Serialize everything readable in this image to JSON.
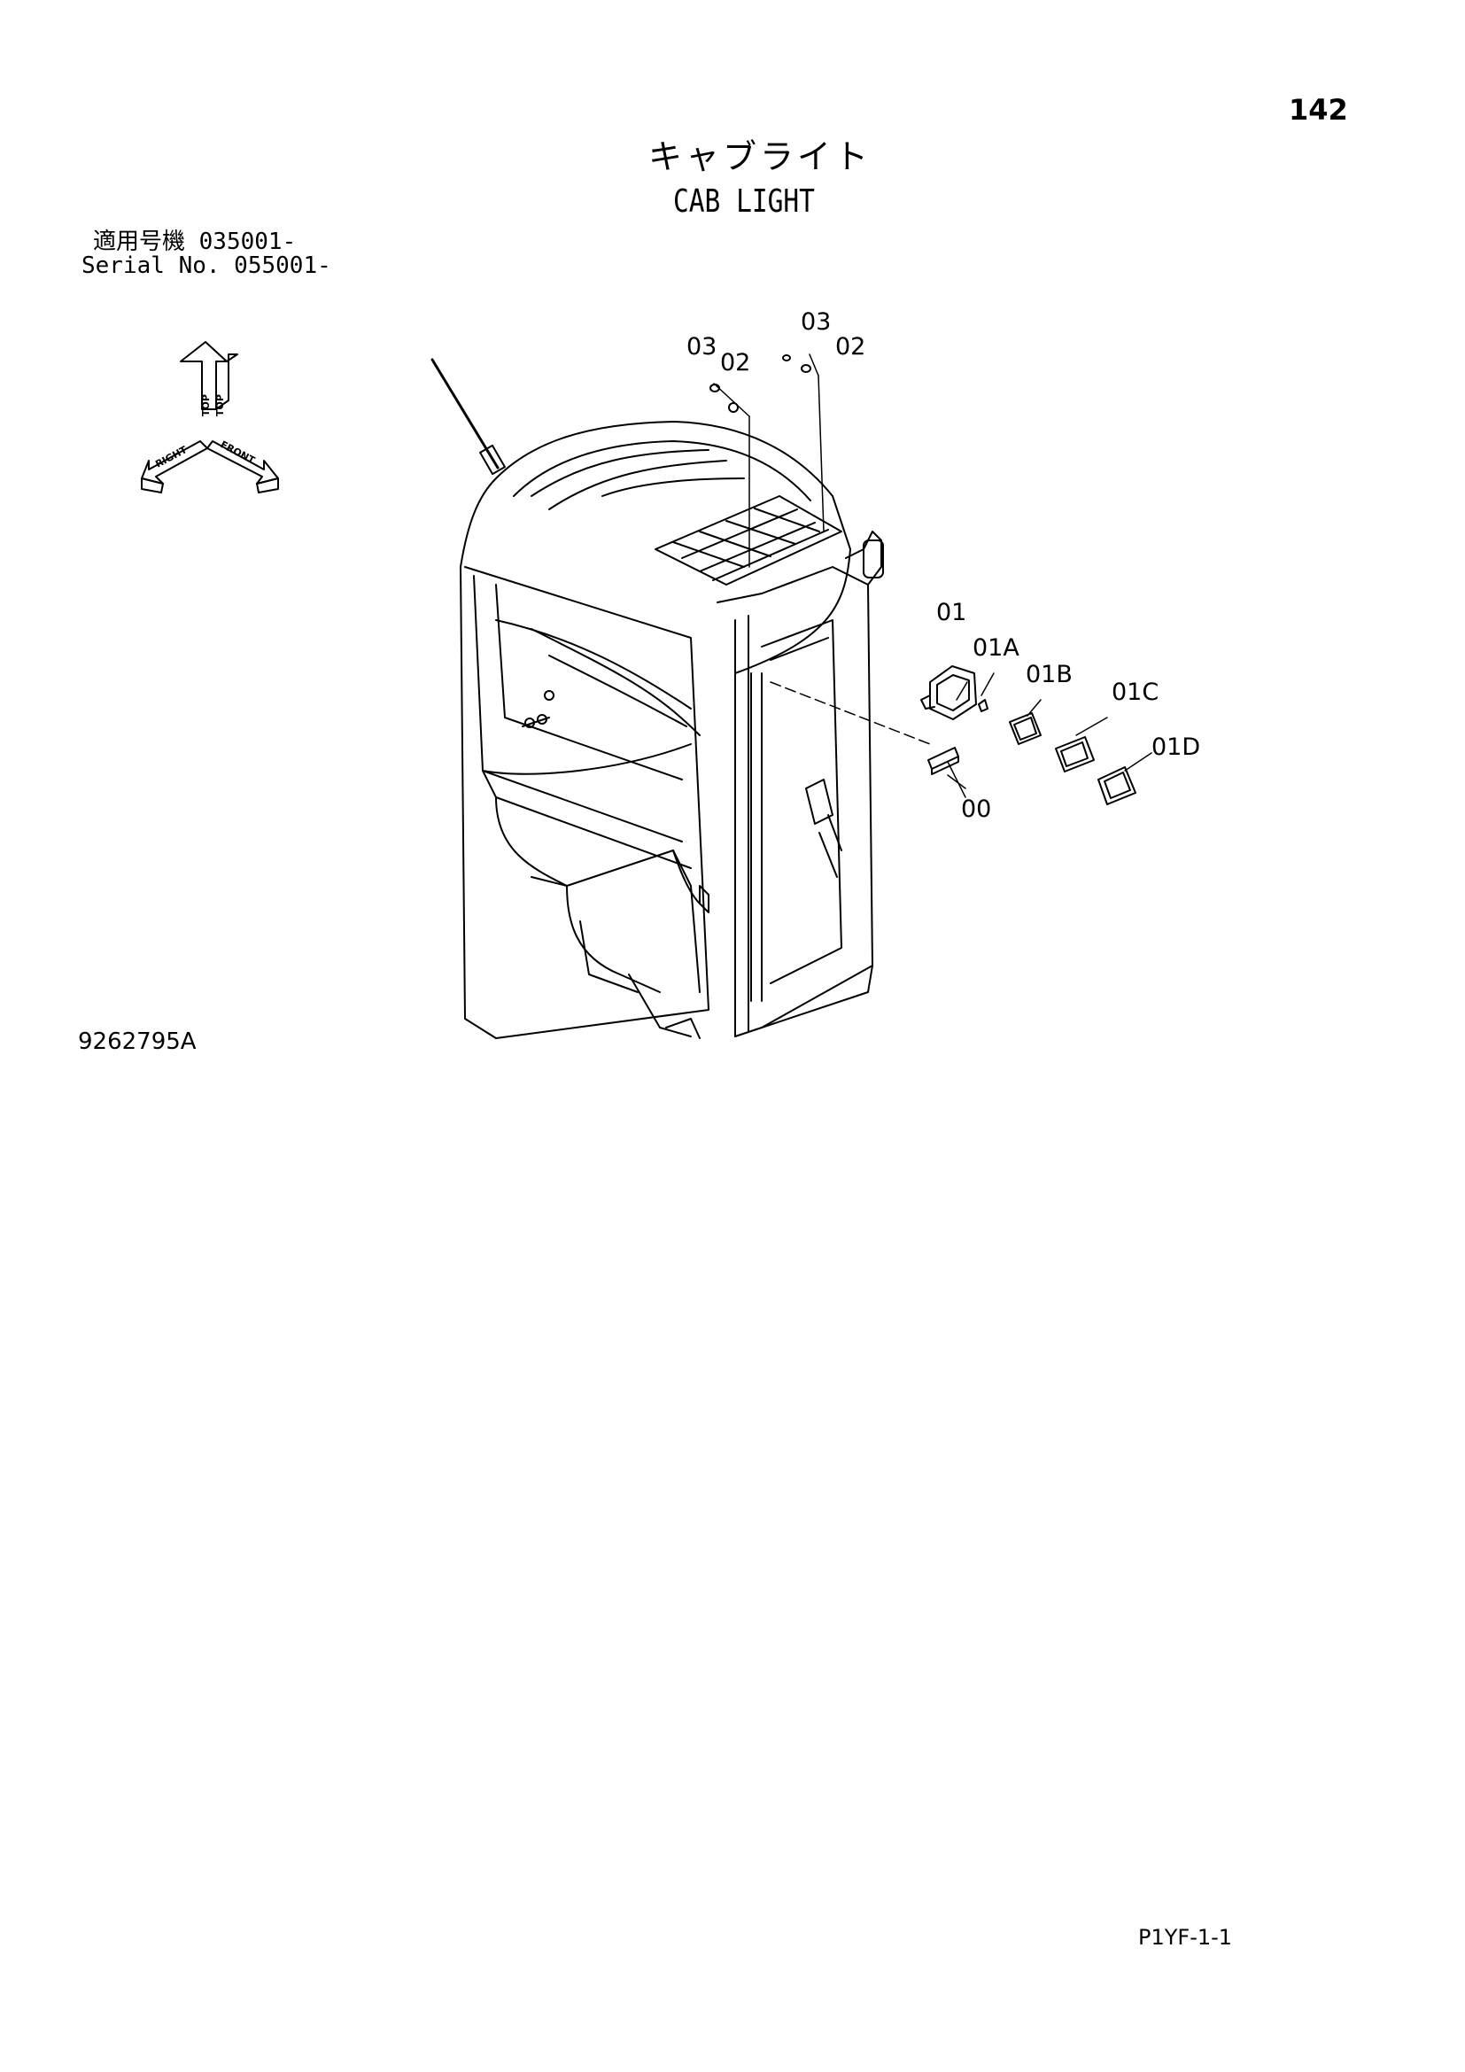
{
  "page": {
    "number": "142",
    "title_jp": "キャブライト",
    "title_en": "CAB LIGHT",
    "serial_jp": "適用号機  035001-",
    "serial_en": "Serial No. 055001-",
    "drawing_number": "9262795A",
    "page_code": "P1YF-1-1"
  },
  "orientation": {
    "top": "TOP",
    "right": "RIGHT",
    "front": "FRONT"
  },
  "parts": [
    {
      "id": "p03a",
      "label": "03"
    },
    {
      "id": "p02a",
      "label": "02"
    },
    {
      "id": "p03b",
      "label": "03"
    },
    {
      "id": "p02b",
      "label": "02"
    },
    {
      "id": "p01",
      "label": "01"
    },
    {
      "id": "p01A",
      "label": "01A"
    },
    {
      "id": "p01B",
      "label": "01B"
    },
    {
      "id": "p01C",
      "label": "01C"
    },
    {
      "id": "p01D",
      "label": "01D"
    },
    {
      "id": "p00",
      "label": "00"
    }
  ]
}
